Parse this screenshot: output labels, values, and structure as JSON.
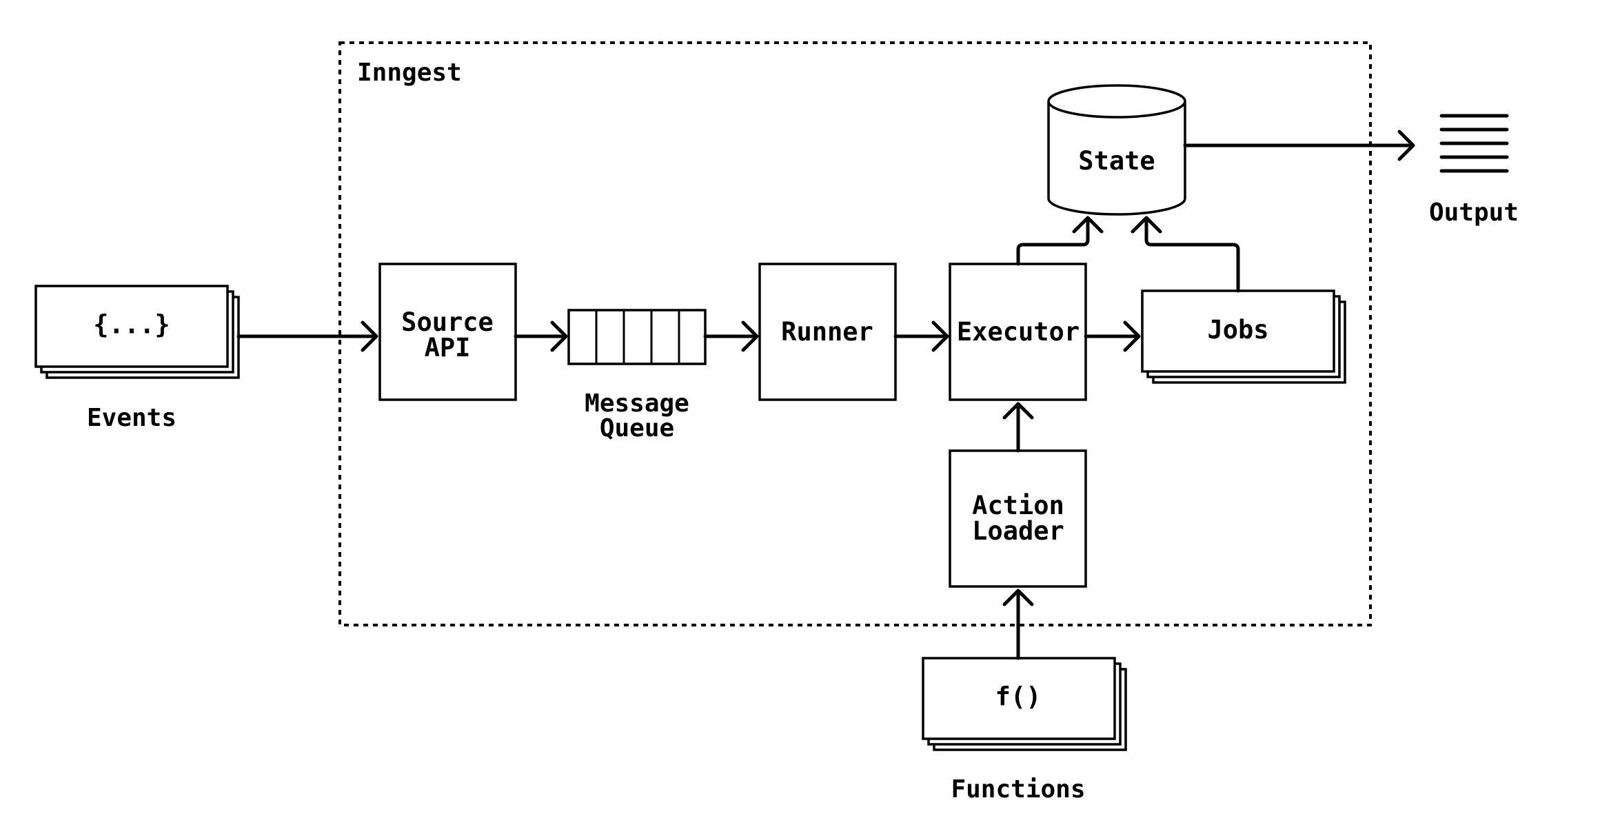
{
  "group": {
    "title": "Inngest"
  },
  "nodes": {
    "events": {
      "content": "{...}",
      "label": "Events"
    },
    "source_api": {
      "line1": "Source",
      "line2": "API"
    },
    "message_queue": {
      "line1": "Message",
      "line2": "Queue"
    },
    "runner": {
      "label": "Runner"
    },
    "executor": {
      "label": "Executor"
    },
    "jobs": {
      "label": "Jobs"
    },
    "state": {
      "label": "State"
    },
    "output": {
      "label": "Output"
    },
    "action_loader": {
      "line1": "Action",
      "line2": "Loader"
    },
    "functions": {
      "content": "f()",
      "label": "Functions"
    }
  },
  "edges": [
    {
      "from": "Events",
      "to": "Source API"
    },
    {
      "from": "Source API",
      "to": "Message Queue"
    },
    {
      "from": "Message Queue",
      "to": "Runner"
    },
    {
      "from": "Runner",
      "to": "Executor"
    },
    {
      "from": "Executor",
      "to": "Jobs"
    },
    {
      "from": "Executor",
      "to": "State"
    },
    {
      "from": "Jobs",
      "to": "State"
    },
    {
      "from": "State",
      "to": "Output"
    },
    {
      "from": "Action Loader",
      "to": "Executor"
    },
    {
      "from": "Functions",
      "to": "Action Loader"
    }
  ]
}
